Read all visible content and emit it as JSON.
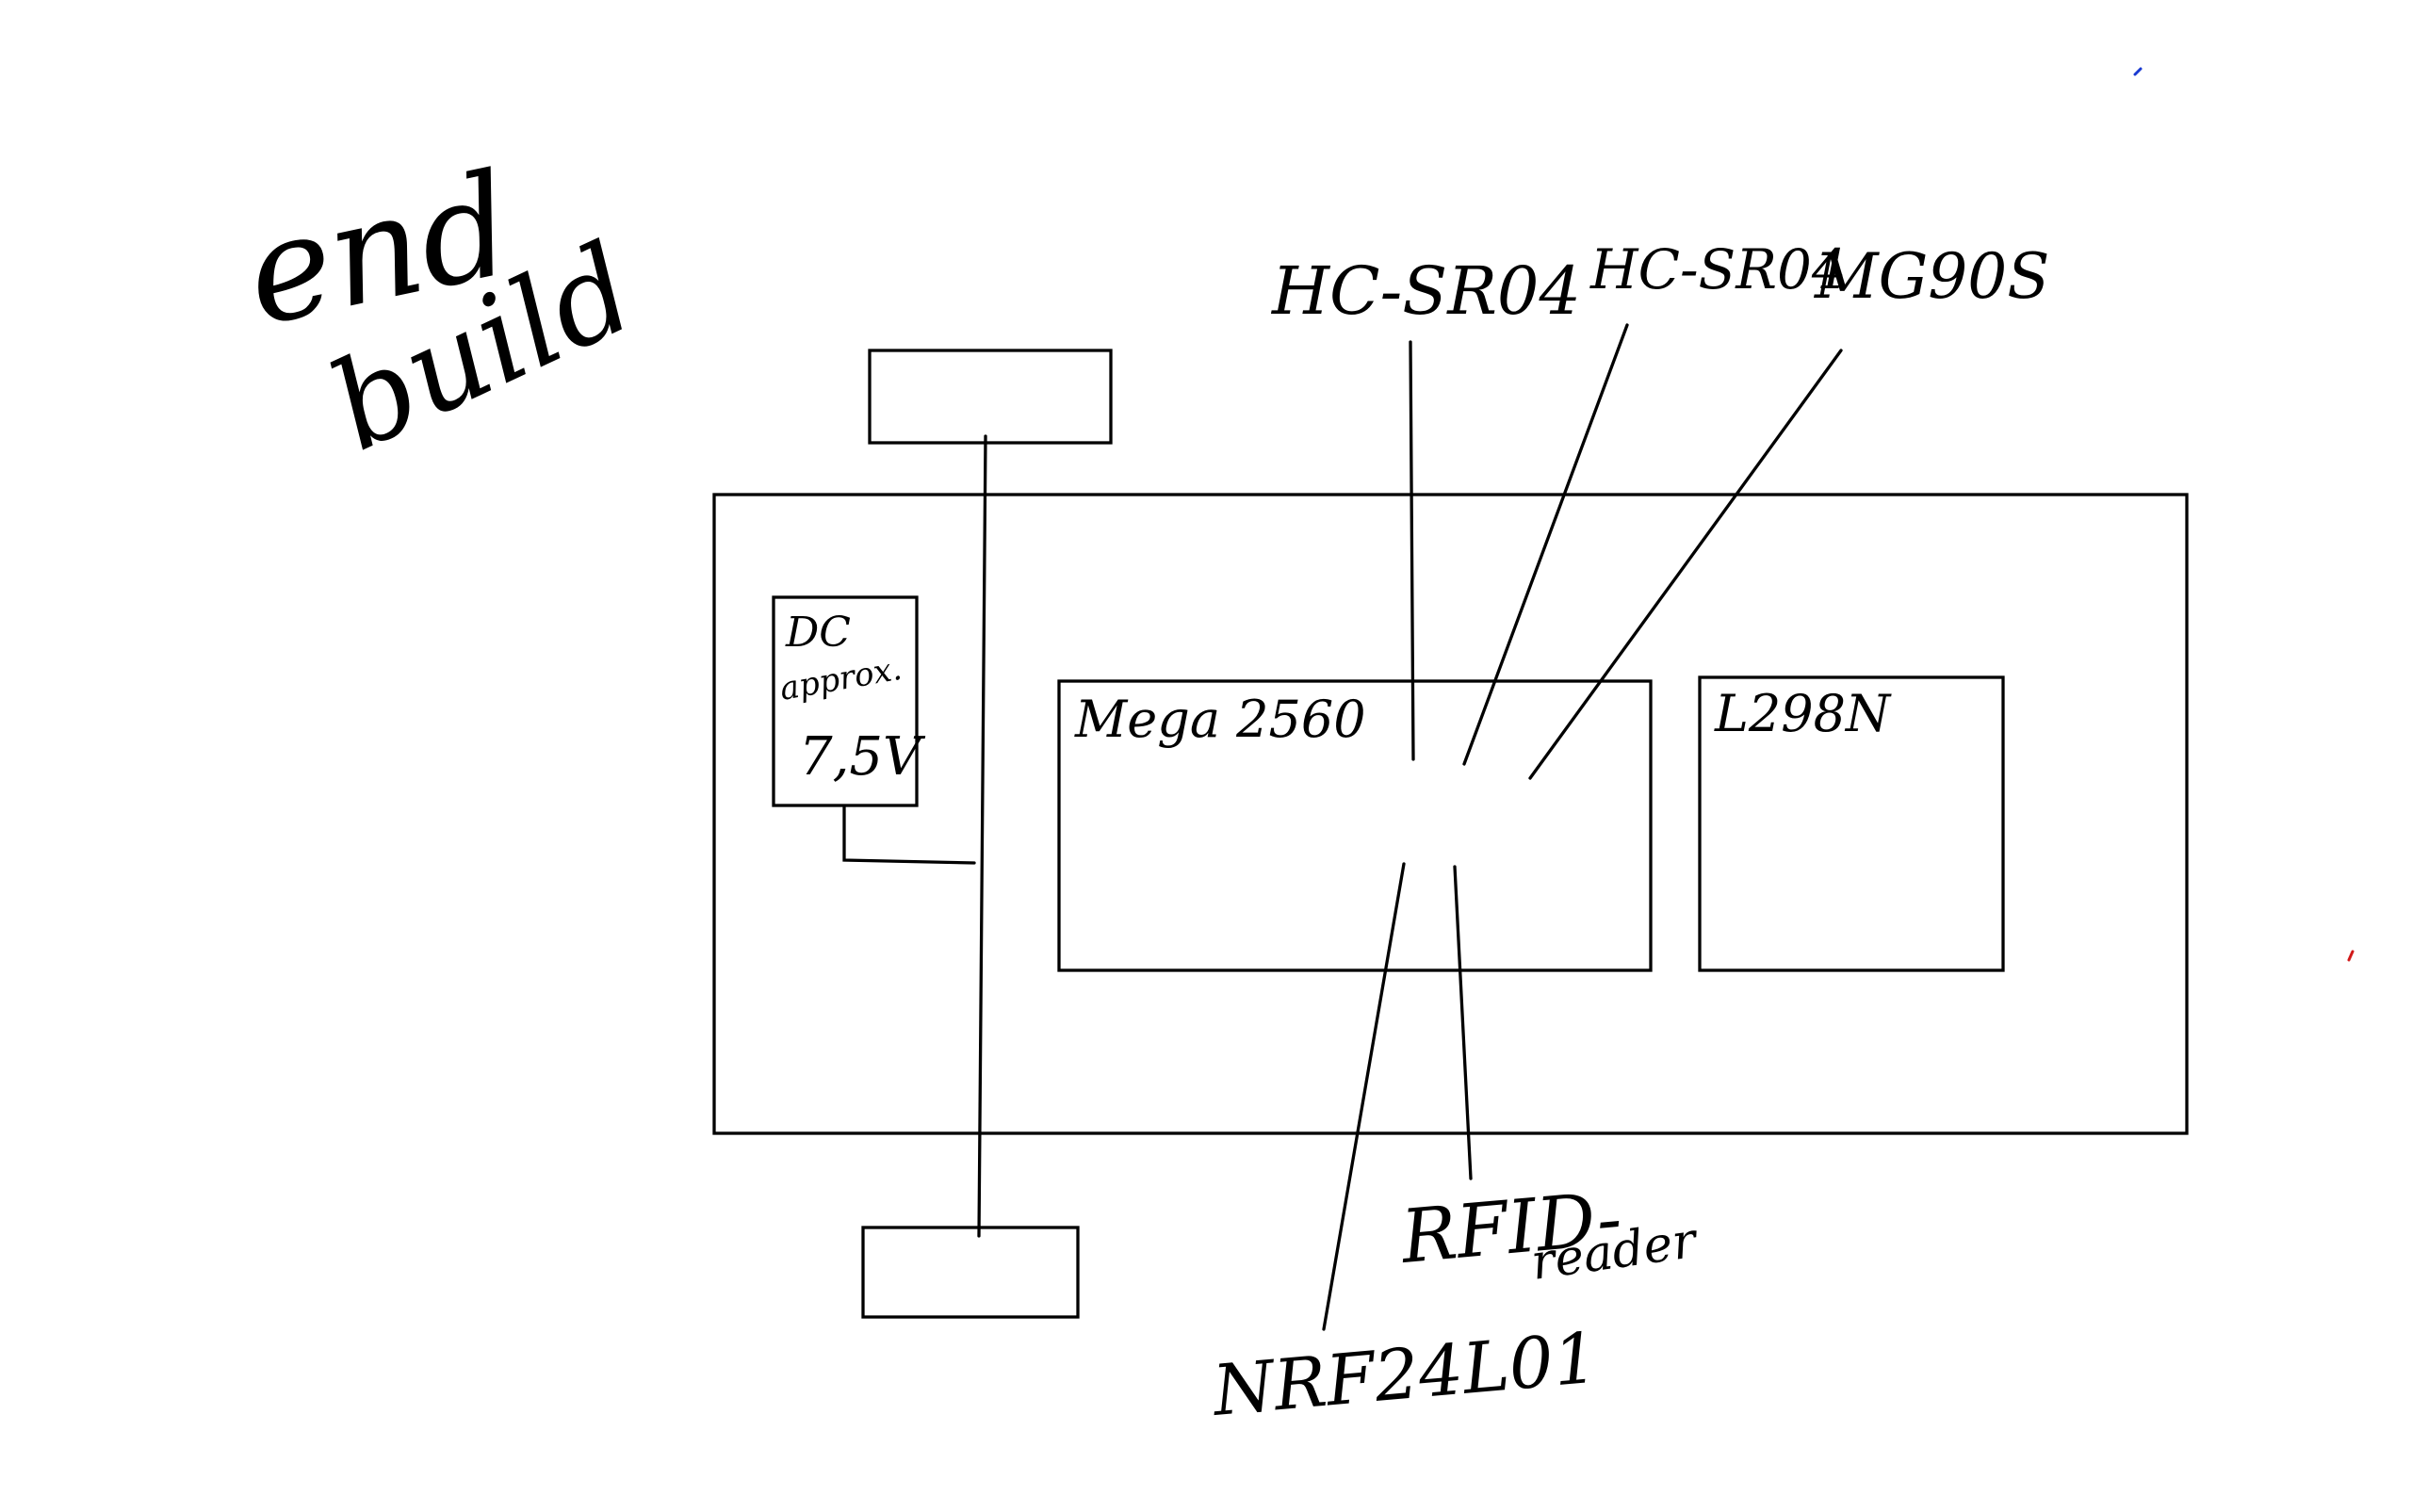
{
  "title": {
    "line1": "end",
    "line2": "build"
  },
  "components": {
    "battery": {
      "line1": "DC",
      "line2": "approx.",
      "line3": "7,5V"
    },
    "mega": "Mega 2560",
    "driver": "L298N"
  },
  "labels": {
    "hc_sr04_a": "HC-SR04",
    "hc_sr04_b": "HC-SR04",
    "servo": "MG90S",
    "rfid_main": "RFID-",
    "rfid_sub": "reader",
    "nrf": "NRF24L01"
  },
  "colors": {
    "ink": "#000000",
    "stray_blue": "#1a3ad1",
    "stray_red": "#d11a1a"
  }
}
